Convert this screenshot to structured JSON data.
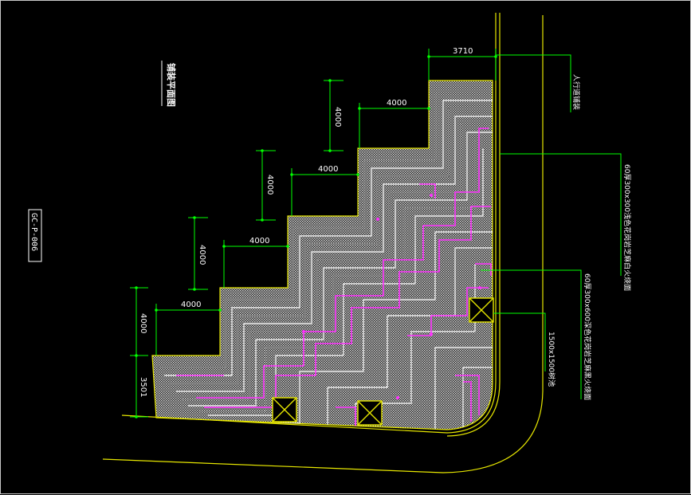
{
  "drawing": {
    "title": "铺装平面图",
    "code": "GC-P-006"
  },
  "dimensions": {
    "top_width": "3710",
    "step1_width": "4000",
    "step2_width": "4000",
    "step3_width": "4000",
    "step4_width": "4000",
    "step1_height": "4000",
    "step2_height": "4000",
    "step3_height": "4000",
    "step4_height": "4000",
    "bottom_height": "3501"
  },
  "annotations": {
    "sidewalk": "人行道铺装",
    "paving_a": "60厚300x300浅色花岗岩芝麻白火烧面",
    "paving_b": "60厚300x600深色花岗岩芝麻黑火烧面",
    "tree_pit": "1500x1500树池"
  },
  "colors": {
    "background": "#000000",
    "outline": "#e6e600",
    "dimension": "#00ff00",
    "accent": "#ff33ff",
    "paving": "#c8c8c8"
  }
}
